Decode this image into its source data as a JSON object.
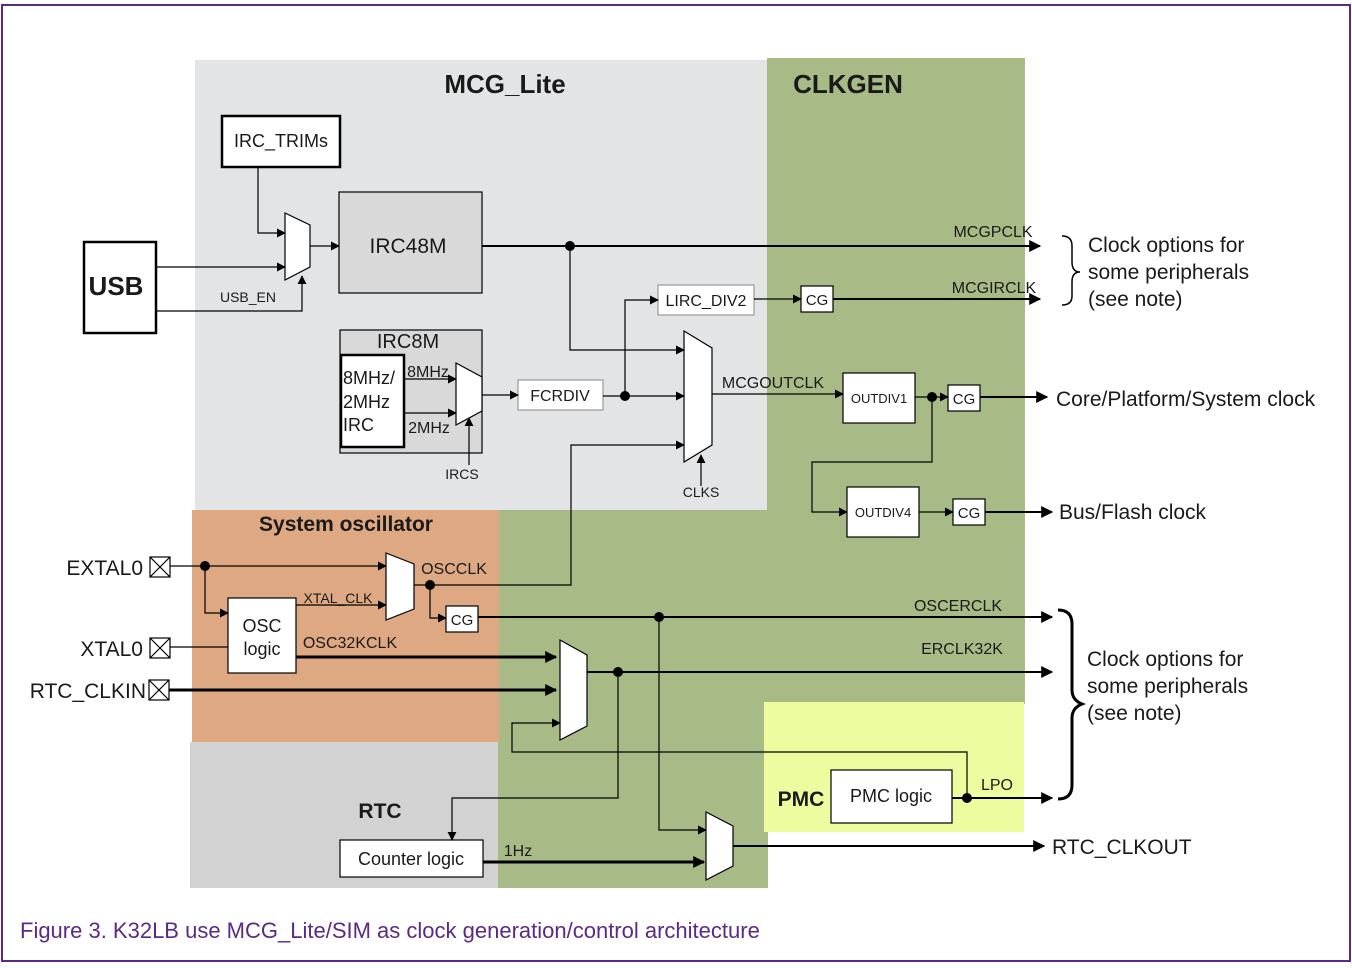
{
  "caption": "Figure 3.  K32LB use MCG_Lite/SIM as clock generation/control architecture",
  "regions": {
    "mcg_lite": "MCG_Lite",
    "clkgen": "CLKGEN",
    "system_oscillator": "System oscillator",
    "rtc": "RTC",
    "pmc": "PMC"
  },
  "blocks": {
    "irc_trims": "IRC_TRIMs",
    "irc48m": "IRC48M",
    "usb": "USB",
    "irc8m": "IRC8M",
    "irc8m_inner_line1": "8MHz/",
    "irc8m_inner_line2": "2MHz",
    "irc8m_inner_line3": "IRC",
    "fcrdiv": "FCRDIV",
    "lirc_div2": "LIRC_DIV2",
    "outdiv1": "OUTDIV1",
    "outdiv4": "OUTDIV4",
    "osc_logic_line1": "OSC",
    "osc_logic_line2": "logic",
    "counter_logic": "Counter logic",
    "pmc_logic": "PMC logic",
    "cg": "CG"
  },
  "signals": {
    "usb_en": "USB_EN",
    "mhz8": "8MHz",
    "mhz2": "2MHz",
    "ircs": "IRCS",
    "clks": "CLKS",
    "mcgpclk": "MCGPCLK",
    "mcgirclk": "MCGIRCLK",
    "mcgoutclk": "MCGOUTCLK",
    "oscclk": "OSCCLK",
    "xtal_clk": "XTAL_CLK",
    "osc32kclk": "OSC32KCLK",
    "oscerclk": "OSCERCLK",
    "erclk32k": "ERCLK32K",
    "lpo": "LPO",
    "hz1": "1Hz"
  },
  "pins": {
    "extal0": "EXTAL0",
    "xtal0": "XTAL0",
    "rtc_clkin": "RTC_CLKIN"
  },
  "outputs": {
    "note_line1": "Clock options for",
    "note_line2": "some peripherals",
    "note_line3": "(see note)",
    "core_clock": "Core/Platform/System clock",
    "bus_clock": "Bus/Flash clock",
    "rtc_clkout": "RTC_CLKOUT"
  },
  "colors": {
    "frame": "#5b2a86",
    "mcg_lite_bg": "#e3e4e6",
    "clkgen_bg": "#a8bb86",
    "system_osc_bg": "#dea882",
    "rtc_bg": "#d2d2d2",
    "pmc_bg": "#eefca0",
    "irc_block_bg": "#d9d9d9"
  }
}
